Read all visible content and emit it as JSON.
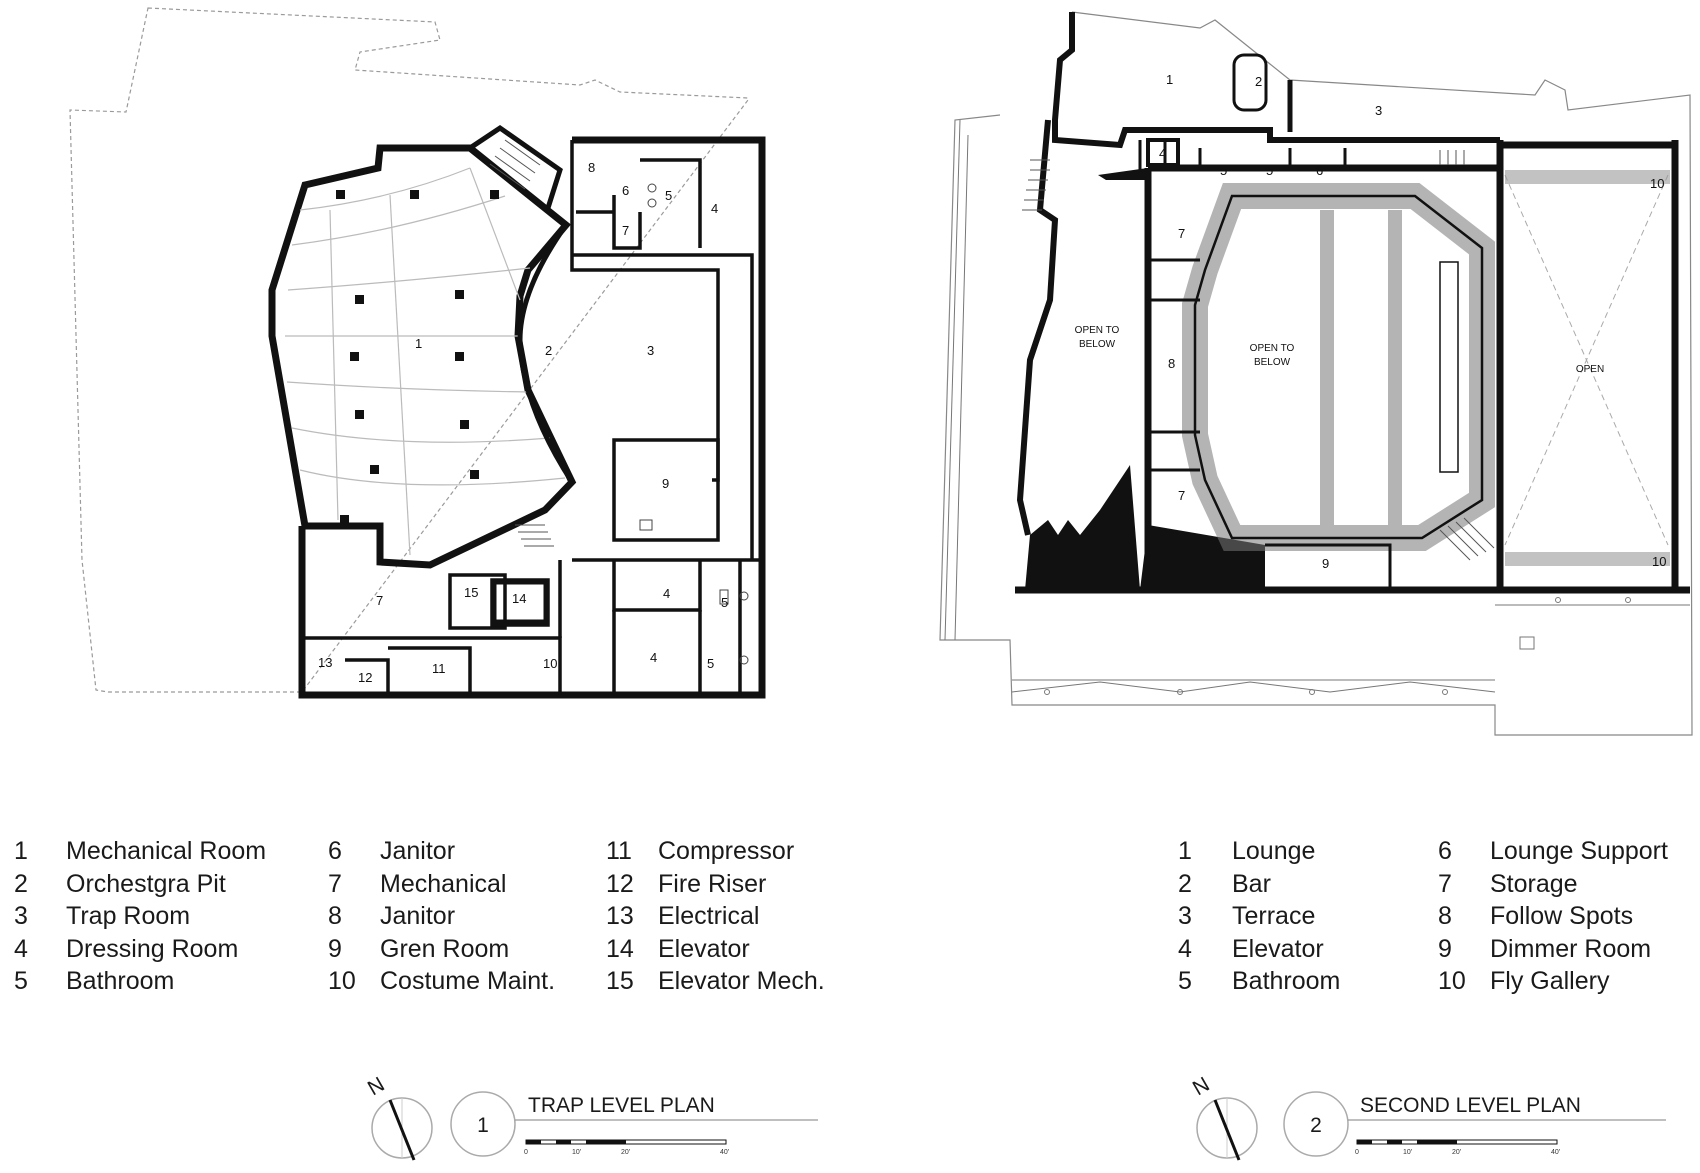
{
  "trap_plan": {
    "number": "1",
    "title": "TRAP LEVEL PLAN",
    "north": "N",
    "scale": [
      "0",
      "10'",
      "20'",
      "40'"
    ],
    "room_tags": [
      {
        "id": "1",
        "label": "1"
      },
      {
        "id": "2",
        "label": "2"
      },
      {
        "id": "3",
        "label": "3"
      },
      {
        "id": "4a",
        "label": "4"
      },
      {
        "id": "4b",
        "label": "4"
      },
      {
        "id": "4c",
        "label": "4"
      },
      {
        "id": "5a",
        "label": "5"
      },
      {
        "id": "5b",
        "label": "5"
      },
      {
        "id": "5c",
        "label": "5"
      },
      {
        "id": "6",
        "label": "6"
      },
      {
        "id": "7a",
        "label": "7"
      },
      {
        "id": "7b",
        "label": "7"
      },
      {
        "id": "8",
        "label": "8"
      },
      {
        "id": "9",
        "label": "9"
      },
      {
        "id": "10",
        "label": "10"
      },
      {
        "id": "11",
        "label": "11"
      },
      {
        "id": "12",
        "label": "12"
      },
      {
        "id": "13",
        "label": "13"
      },
      {
        "id": "14",
        "label": "14"
      },
      {
        "id": "15",
        "label": "15"
      }
    ],
    "legend": [
      {
        "num": "1",
        "name": "Mechanical Room"
      },
      {
        "num": "2",
        "name": "Orchestgra Pit"
      },
      {
        "num": "3",
        "name": "Trap Room"
      },
      {
        "num": "4",
        "name": "Dressing Room"
      },
      {
        "num": "5",
        "name": "Bathroom"
      },
      {
        "num": "6",
        "name": "Janitor"
      },
      {
        "num": "7",
        "name": "Mechanical"
      },
      {
        "num": "8",
        "name": "Janitor"
      },
      {
        "num": "9",
        "name": "Gren Room"
      },
      {
        "num": "10",
        "name": "Costume Maint."
      },
      {
        "num": "11",
        "name": "Compressor"
      },
      {
        "num": "12",
        "name": "Fire Riser"
      },
      {
        "num": "13",
        "name": "Electrical"
      },
      {
        "num": "14",
        "name": "Elevator"
      },
      {
        "num": "15",
        "name": "Elevator Mech."
      }
    ]
  },
  "second_plan": {
    "number": "2",
    "title": "SECOND LEVEL PLAN",
    "north": "N",
    "scale": [
      "0",
      "10'",
      "20'",
      "40'"
    ],
    "open_to_below": [
      "OPEN TO",
      "BELOW"
    ],
    "open": "OPEN",
    "room_tags": [
      {
        "id": "1",
        "label": "1"
      },
      {
        "id": "2",
        "label": "2"
      },
      {
        "id": "3",
        "label": "3"
      },
      {
        "id": "4",
        "label": "4"
      },
      {
        "id": "5a",
        "label": "5"
      },
      {
        "id": "5b",
        "label": "5"
      },
      {
        "id": "6",
        "label": "6"
      },
      {
        "id": "7a",
        "label": "7"
      },
      {
        "id": "7b",
        "label": "7"
      },
      {
        "id": "8",
        "label": "8"
      },
      {
        "id": "9",
        "label": "9"
      },
      {
        "id": "10a",
        "label": "10"
      },
      {
        "id": "10b",
        "label": "10"
      }
    ],
    "legend": [
      {
        "num": "1",
        "name": "Lounge"
      },
      {
        "num": "2",
        "name": "Bar"
      },
      {
        "num": "3",
        "name": "Terrace"
      },
      {
        "num": "4",
        "name": "Elevator"
      },
      {
        "num": "5",
        "name": "Bathroom"
      },
      {
        "num": "6",
        "name": "Lounge Support"
      },
      {
        "num": "7",
        "name": "Storage"
      },
      {
        "num": "8",
        "name": "Follow Spots"
      },
      {
        "num": "9",
        "name": "Dimmer Room"
      },
      {
        "num": "10",
        "name": "Fly Gallery"
      }
    ]
  }
}
